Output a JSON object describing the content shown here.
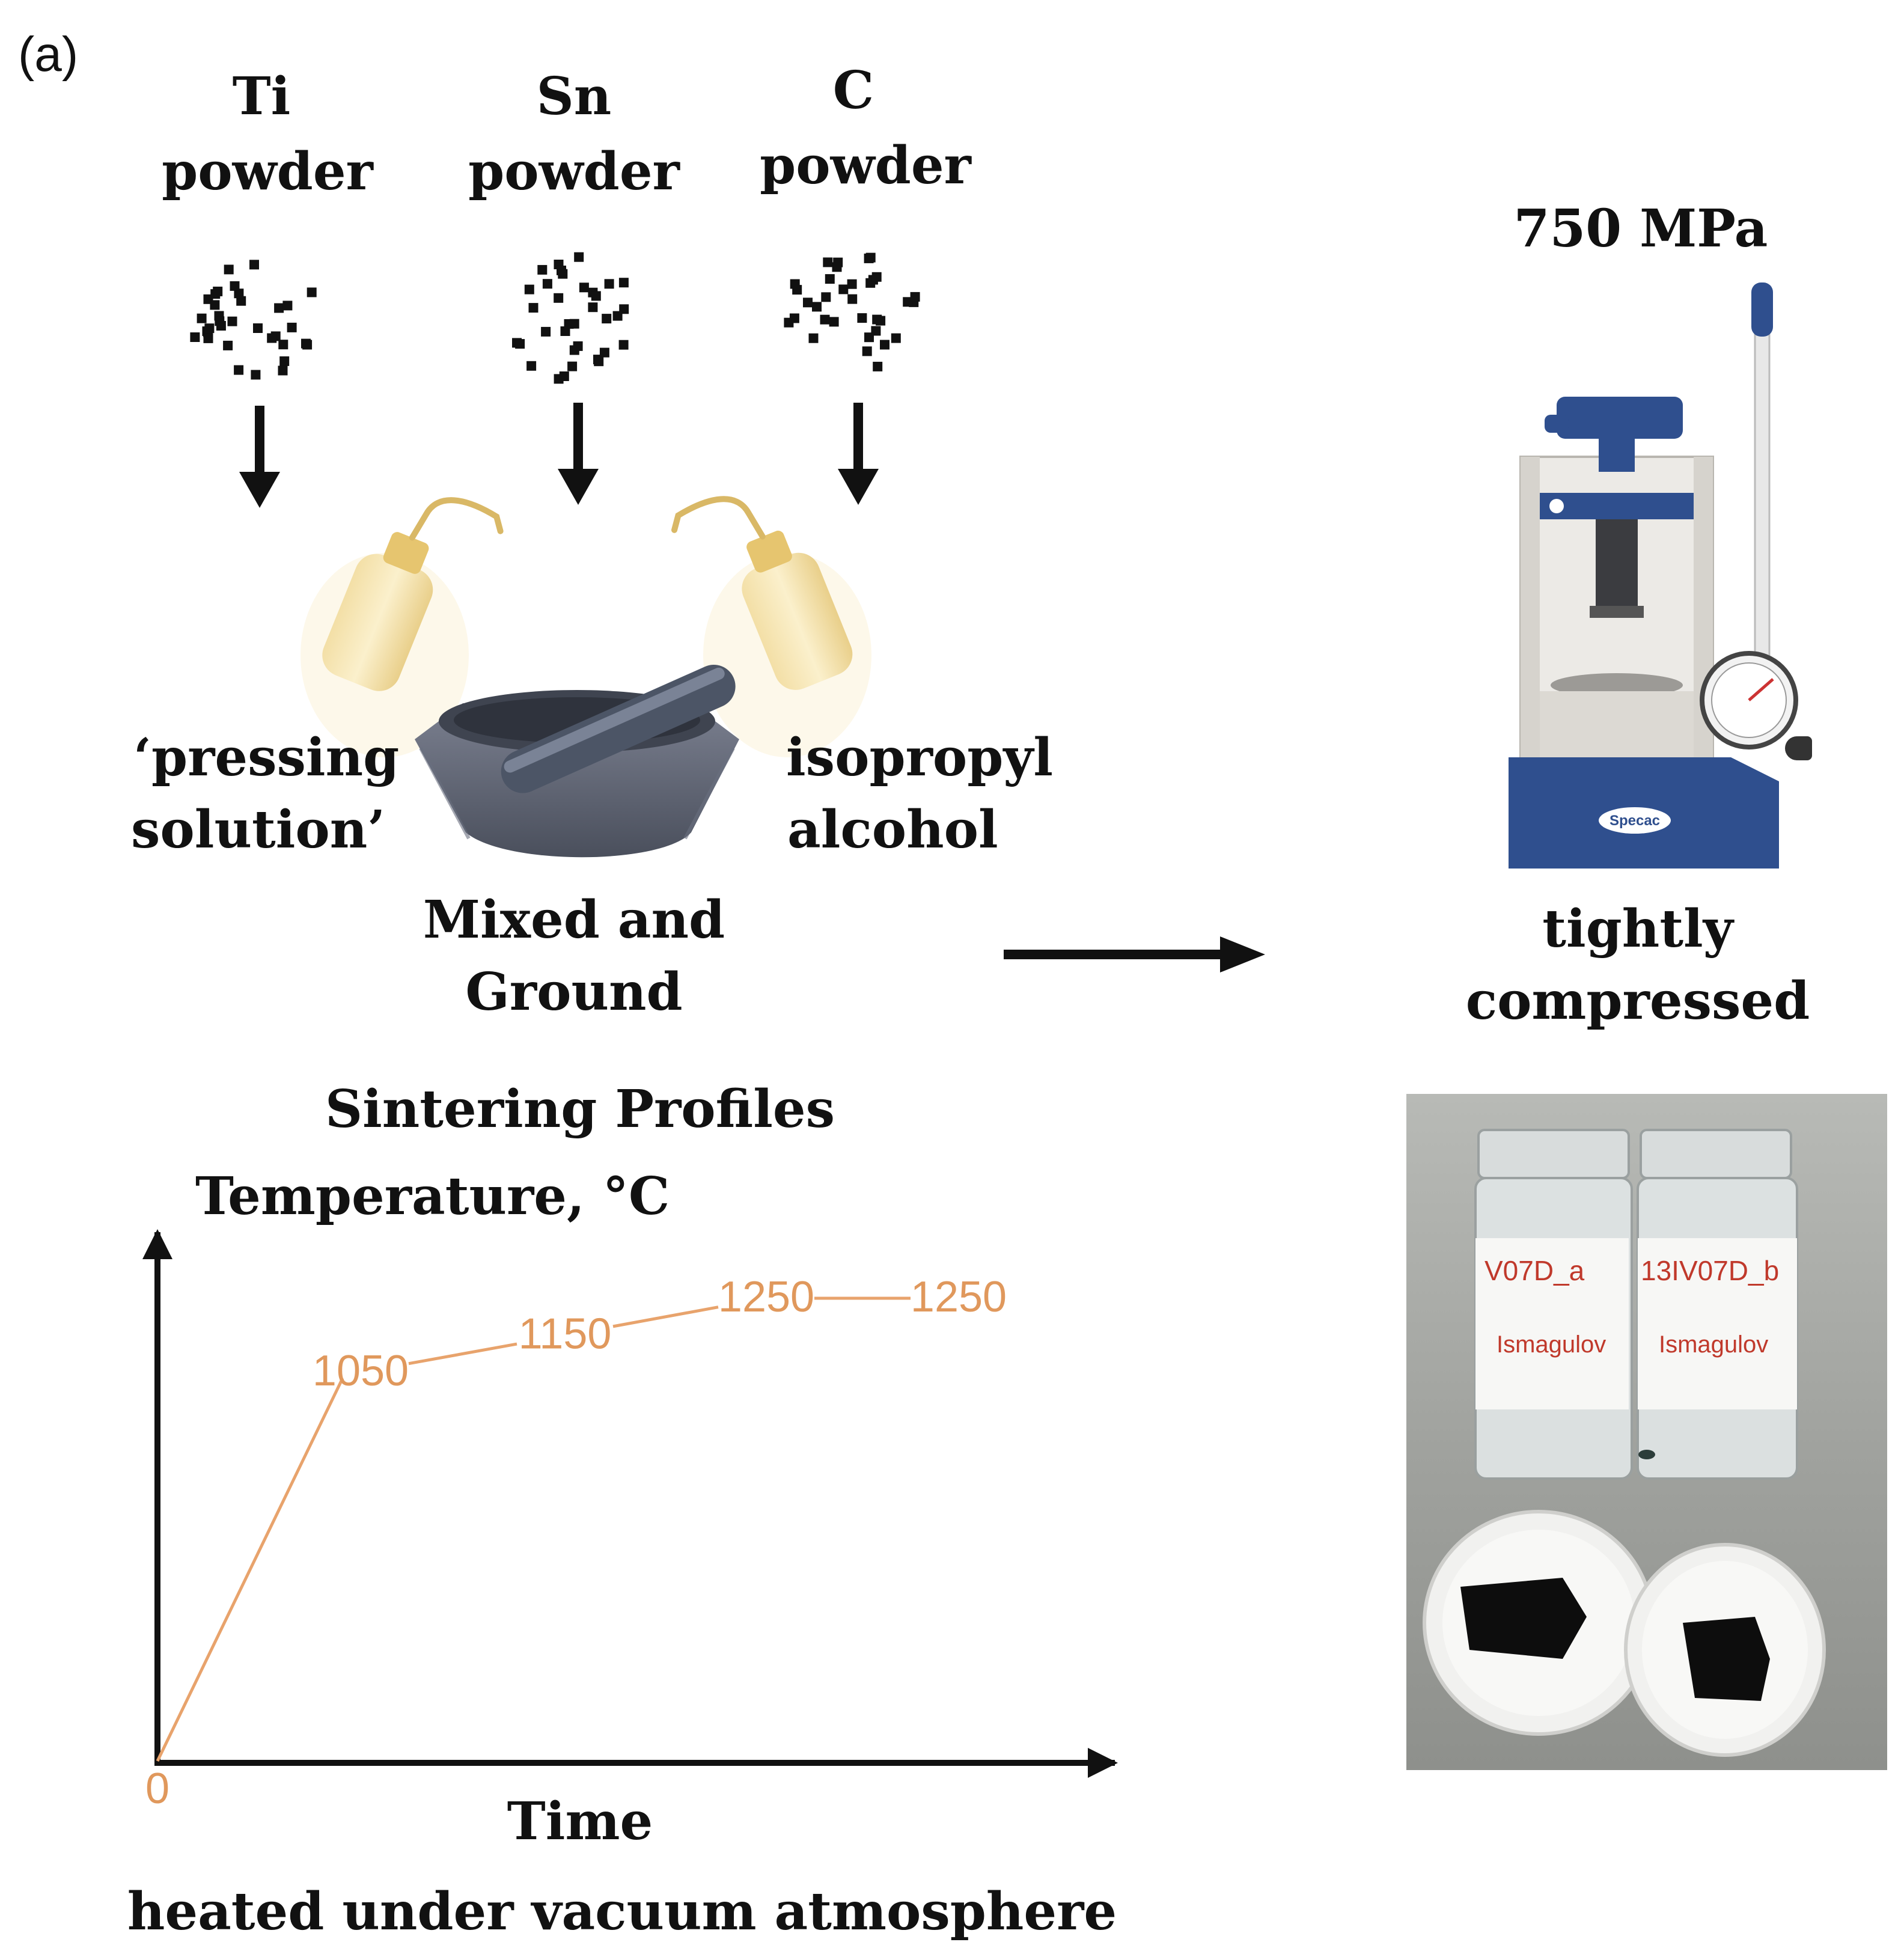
{
  "panel_label": "(a)",
  "powders": [
    {
      "element": "Ti",
      "word": "powder"
    },
    {
      "element": "Sn",
      "word": "powder"
    },
    {
      "element": "C",
      "word": "powder"
    }
  ],
  "liquids": {
    "left_line1": "‘pressing",
    "left_line2": "solution’",
    "right_line1": "isopropyl",
    "right_line2": "alcohol"
  },
  "mixing": {
    "line1": "Mixed and",
    "line2": "Ground"
  },
  "press": {
    "pressure": "750 MPa",
    "caption_line1": "tightly",
    "caption_line2": "compressed",
    "brand": "Specac"
  },
  "sintering": {
    "heading": "Sintering Profiles",
    "axis_y": "Temperature, °C",
    "axis_x": "Time",
    "caption": "heated under vacuum  atmosphere",
    "origin_label": "0"
  },
  "chart_data": {
    "type": "line",
    "x": [
      0,
      1,
      2,
      3,
      4
    ],
    "series": [
      {
        "values": [
          0,
          1050,
          1150,
          1250,
          1250
        ]
      }
    ],
    "point_labels": [
      "0",
      "1050",
      "1150",
      "1250",
      "1250"
    ],
    "color": "#e8a36c"
  },
  "photo": {
    "vial_left_label": "V07D_a",
    "vial_right_label": "13IV07D_b",
    "vial_left_name": "Ismagulov",
    "vial_right_name": "Ismagulov"
  },
  "colors": {
    "line": "#e8a36c",
    "label": "#e0985c",
    "press_blue": "#2f4f8e",
    "mortar": "#5f6472"
  }
}
